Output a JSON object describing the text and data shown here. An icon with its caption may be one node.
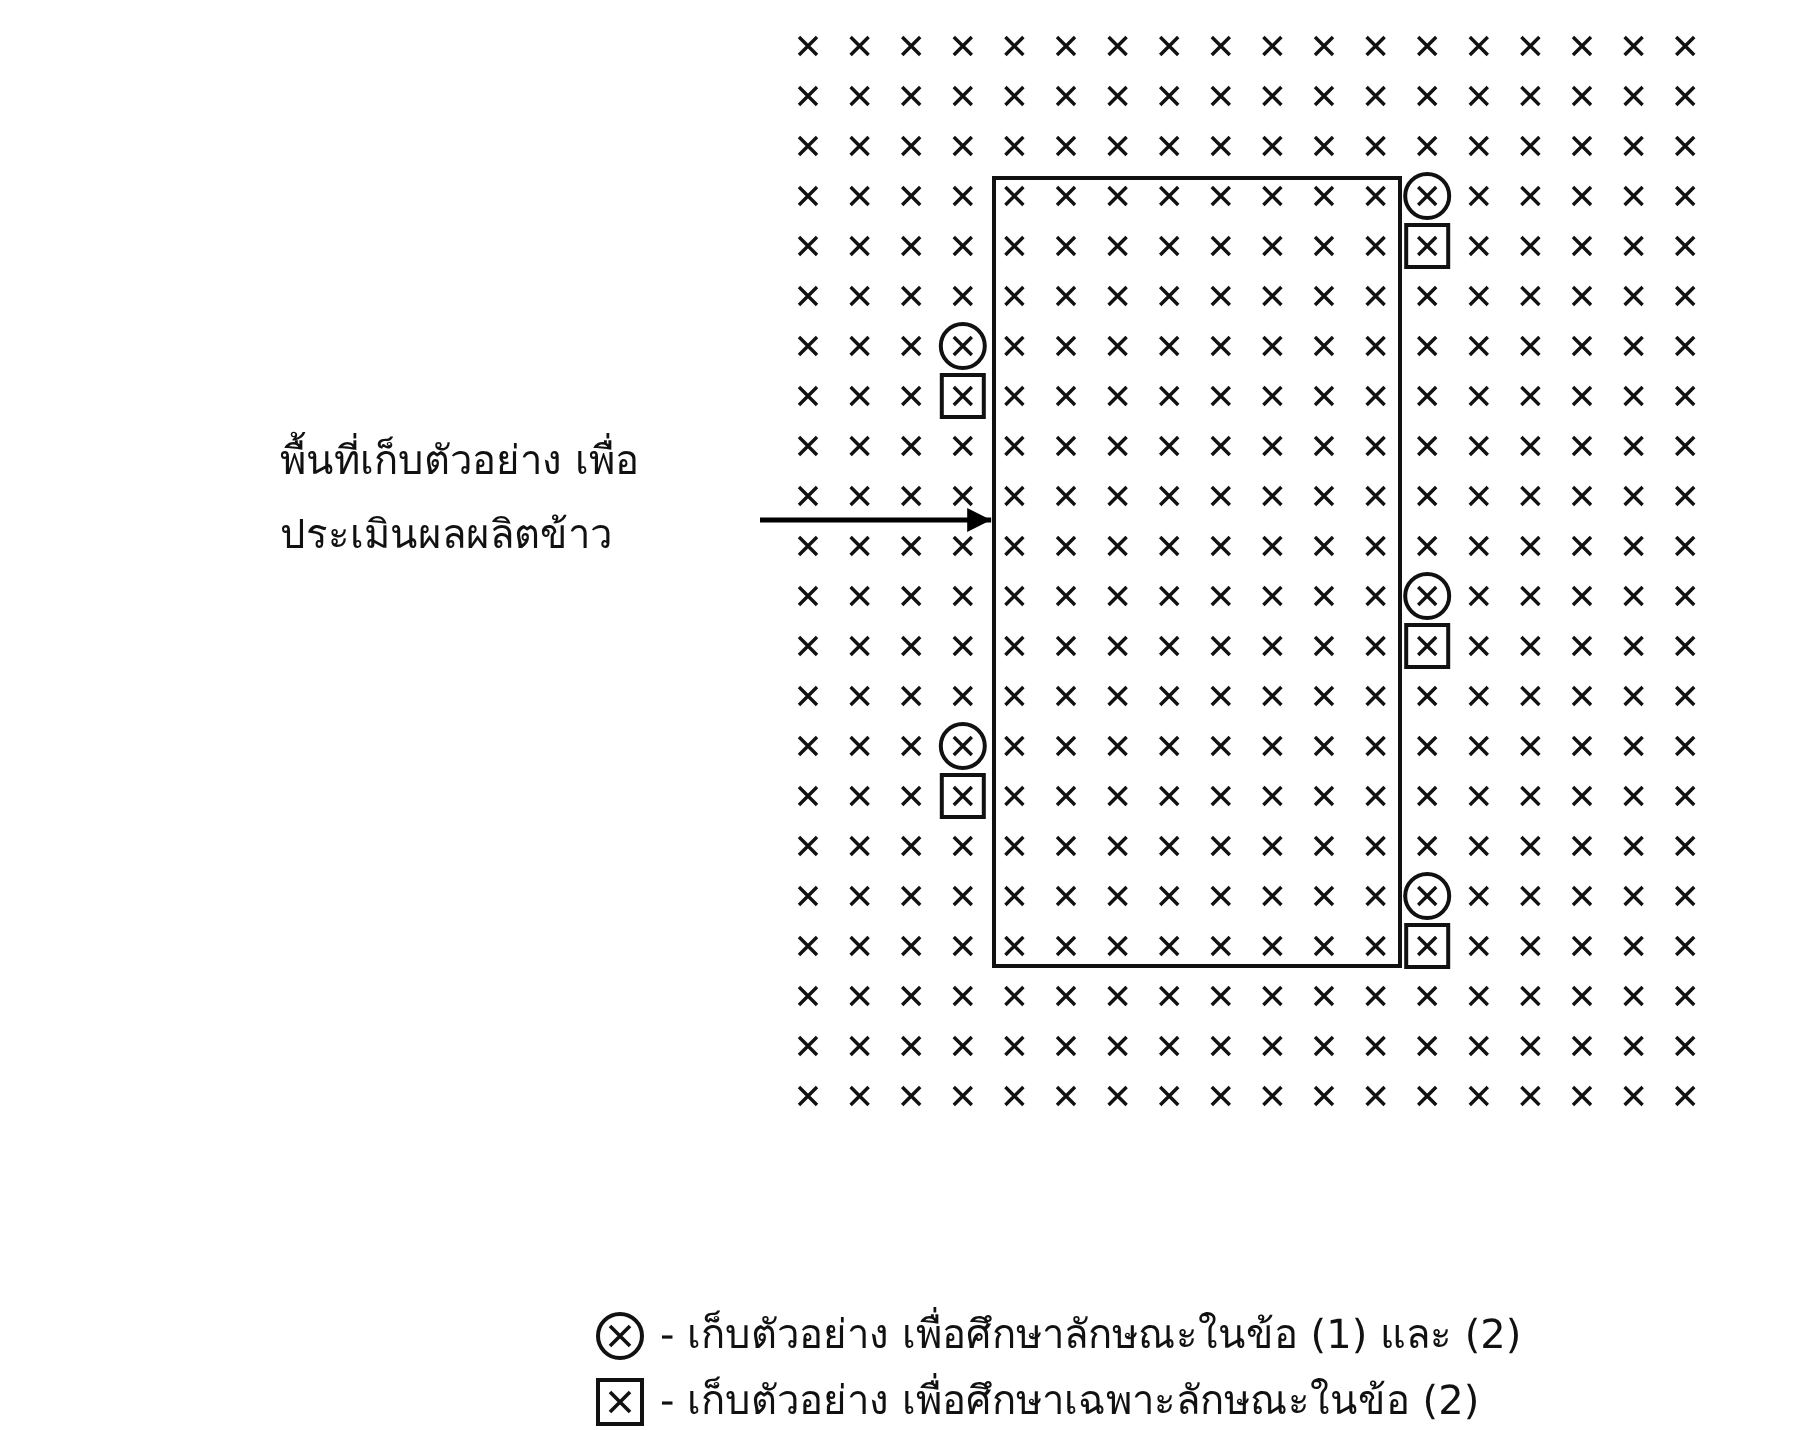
{
  "diagram": {
    "nodes": [
      {
        "text": [
          "พื้นที่เก็บตัวอย่าง เพื่อประเมินผลผลิตข้าว"
        ]
      },
      {
        "text": [],
        "shape": "box"
      }
    ],
    "edges": [
      {
        "from": 0,
        "to": 1,
        "arrow": "to"
      }
    ],
    "legend": [
      {
        "text": "- เก็บตัวอย่าง เพื่อศึกษาลักษณะในข้อ (1) และ (2)"
      },
      {
        "text": "- เก็บตัวอย่าง เพื่อศึกษาเฉพาะลักษณะในข้อ (2)"
      }
    ]
  }
}
